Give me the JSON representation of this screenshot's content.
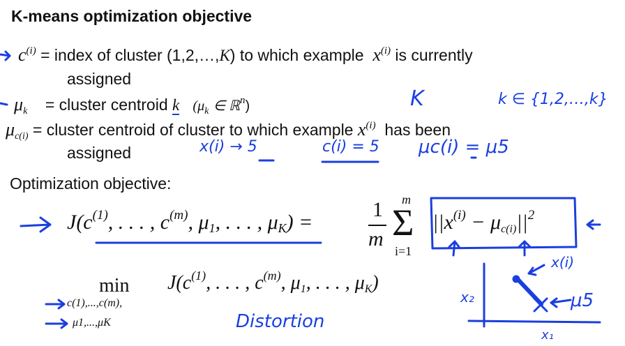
{
  "title": "K-means optimization objective",
  "definitions": {
    "c_symbol": "c",
    "c_sup": "(i)",
    "c_text": "= index of cluster (1,2,…,",
    "c_K": "K",
    "c_text2": ") to which example",
    "x_symbol": "x",
    "x_sup": "(i)",
    "c_text3": "is currently",
    "c_text4": "assigned",
    "mu_symbol": "μ",
    "mu_sub_k": "k",
    "mu_text": "= cluster centroid",
    "mu_k_var": "k",
    "mu_paren": "(μ",
    "mu_paren_sub": "k",
    "mu_paren_rest": "∈ ℝ",
    "mu_paren_sup": "n",
    "mu_paren_close": ")",
    "muc_symbol": "μ",
    "muc_sub": "c(i)",
    "muc_text": "= cluster centroid of cluster to which example",
    "muc_x": "x",
    "muc_x_sup": "(i)",
    "muc_text2": "has been",
    "muc_text3": "assigned"
  },
  "objective_label": "Optimization objective:",
  "formula": {
    "lhs": "J(c",
    "lhs_sup1": "(1)",
    "lhs_mid": ", . . . , c",
    "lhs_sup2": "(m)",
    "lhs_mid2": ", μ",
    "lhs_sub1": "1",
    "lhs_mid3": ", . . . , μ",
    "lhs_sub2": "K",
    "lhs_end": ") =",
    "frac_num": "1",
    "frac_den": "m",
    "sum_top": "m",
    "sum_sym": "Σ",
    "sum_bottom": "i=1",
    "norm": "||x",
    "norm_sup": "(i)",
    "norm_mid": "− μ",
    "norm_sub": "c(i)",
    "norm_end": "||",
    "norm_pow": "2"
  },
  "minimize": {
    "min": "min",
    "min_sub": "c(1),...,c(m),",
    "min_sub2": "μ1,...,μK",
    "expr": "J(c",
    "expr_sup1": "(1)",
    "expr_mid": ", . . . , c",
    "expr_sup2": "(m)",
    "expr_mid2": ", μ",
    "expr_sub1": "1",
    "expr_mid3": ", . . . , μ",
    "expr_sub2": "K",
    "expr_end": ")"
  },
  "handwriting": {
    "K": "K",
    "k_set": "k ∈ {1,2,…,k}",
    "x_to_5": "x(i) → 5",
    "c_eq_5": "c(i) = 5",
    "mu_c_eq": "μc(i) = μ5",
    "distortion": "Distortion",
    "x2": "x₂",
    "x1": "x₁",
    "plot_x": "x(i)",
    "plot_mu": "μ5"
  },
  "colors": {
    "ink": "#1a3fe0",
    "text": "#111111"
  }
}
